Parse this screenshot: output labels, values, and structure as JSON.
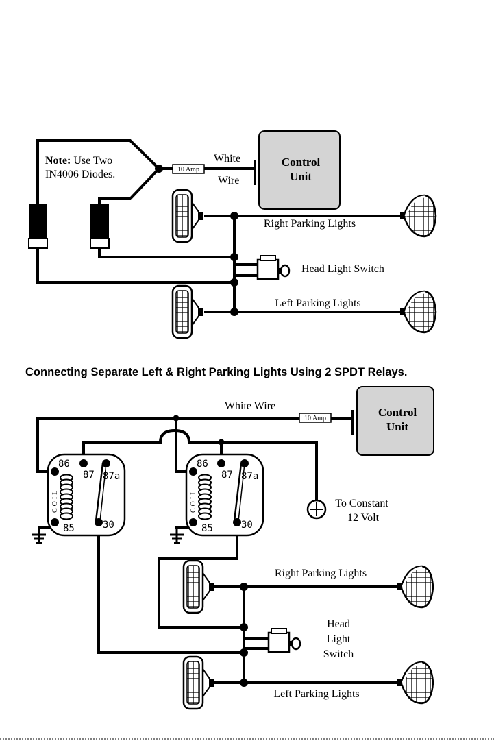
{
  "top": {
    "note_bold": "Note:",
    "note_rest": " Use Two",
    "note_line2": "IN4006 Diodes.",
    "fuse": "10 Amp",
    "wire_line1": "White",
    "wire_line2": "Wire",
    "control_line1": "Control",
    "control_line2": "Unit",
    "right_parking": "Right Parking Lights",
    "head_switch": "Head Light Switch",
    "left_parking": "Left Parking Lights"
  },
  "heading": "Connecting Separate Left & Right Parking Lights Using 2 SPDT Relays.",
  "bottom": {
    "white_wire": "White Wire",
    "fuse": "10 Amp",
    "control_line1": "Control",
    "control_line2": "Unit",
    "relay1": {
      "t86": "86",
      "t87": "87",
      "t87a": "87a",
      "t85": "85",
      "t30": "30",
      "coil": "COIL"
    },
    "relay2": {
      "t86": "86",
      "t87": "87",
      "t87a": "87a",
      "t85": "85",
      "t30": "30",
      "coil": "COIL"
    },
    "constant_line1": "To Constant",
    "constant_line2": "12 Volt",
    "right_parking": "Right Parking Lights",
    "switch_line1": "Head",
    "switch_line2": "Light",
    "switch_line3": "Switch",
    "left_parking": "Left Parking Lights"
  }
}
